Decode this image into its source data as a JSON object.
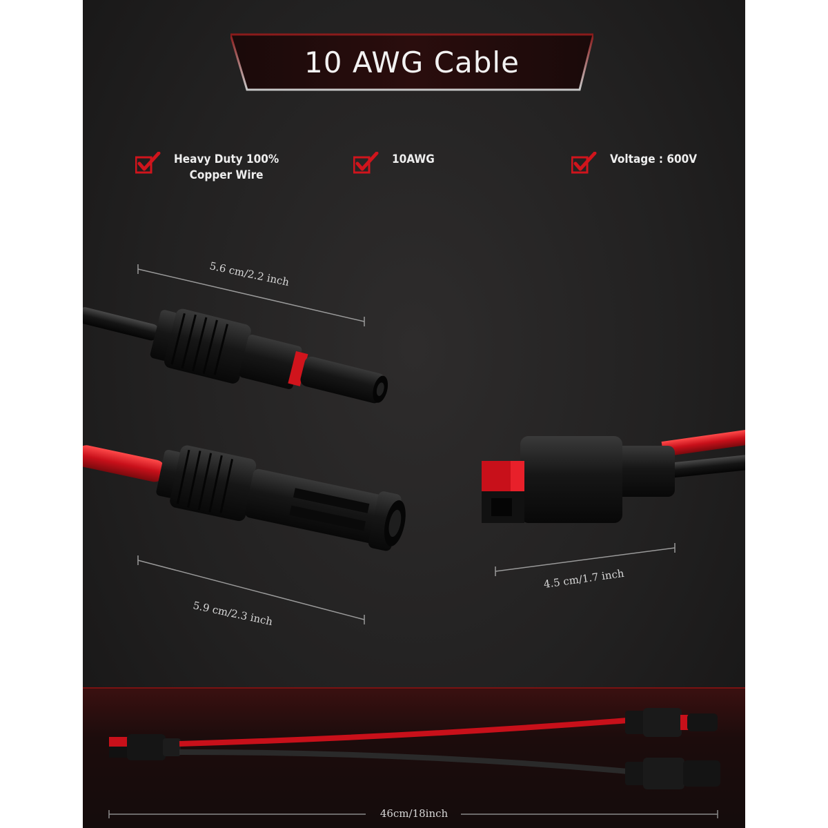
{
  "title": "10 AWG Cable",
  "features": [
    {
      "icon": "checkmark-icon",
      "label_line1": "Heavy Duty 100%",
      "label_line2": "Copper Wire"
    },
    {
      "icon": "checkmark-icon",
      "label_line1": "10AWG",
      "label_line2": ""
    },
    {
      "icon": "checkmark-icon",
      "label_line1": "Voltage : 600V",
      "label_line2": ""
    }
  ],
  "dimensions": {
    "male_connector": "5.6 cm/2.2 inch",
    "female_connector": "5.9 cm/2.3 inch",
    "anderson_connector": "4.5 cm/1.7 inch",
    "total_length": "46cm/18inch"
  },
  "colors": {
    "accent_red": "#d0141c",
    "background": "#222121",
    "connector_black": "#151515"
  }
}
